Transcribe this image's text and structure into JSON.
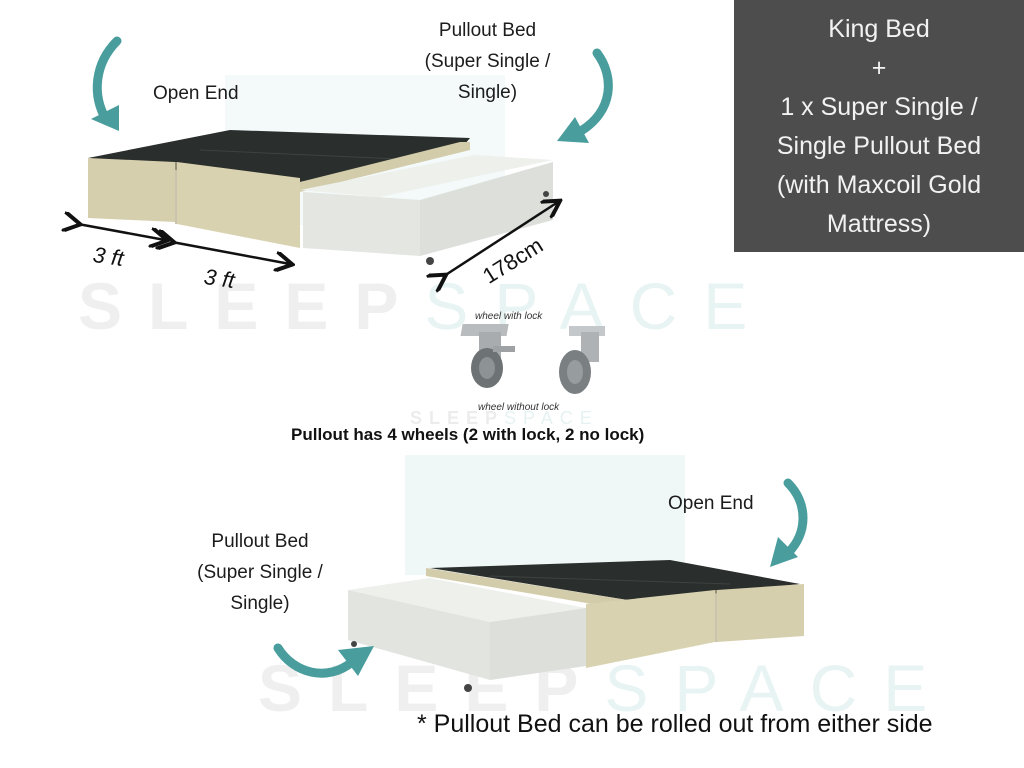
{
  "colors": {
    "accent_teal": "#4a9d9d",
    "info_box_bg": "#4d4d4d",
    "info_box_text": "#f2f2f2",
    "frame_beige": "#d9d2b0",
    "platform_dark": "#2a2e2c",
    "mattress": "#e6e8e4",
    "watermark_grey": "#efefef",
    "watermark_teal": "#e8f4f3"
  },
  "info_box": {
    "lines": [
      "King Bed",
      "+",
      "1 x Super Single /",
      "Single Pullout Bed",
      "(with Maxcoil Gold",
      "Mattress)"
    ]
  },
  "top_diagram": {
    "open_end_label": "Open End",
    "pullout_label_lines": [
      "Pullout Bed",
      "(Super Single /",
      "Single)"
    ],
    "dimensions": {
      "width_left": "3 ft",
      "width_right": "3 ft",
      "length": "178cm"
    },
    "icons": [
      "curved-arrow-down-left-icon",
      "curved-arrow-down-right-icon"
    ]
  },
  "wheels": {
    "with_lock_caption": "wheel with lock",
    "without_lock_caption": "wheel without lock",
    "summary": "Pullout has 4 wheels (2 with lock, 2 no lock)"
  },
  "bottom_diagram": {
    "open_end_label": "Open End",
    "pullout_label_lines": [
      "Pullout Bed",
      "(Super Single /",
      "Single)"
    ],
    "icons": [
      "curved-arrow-down-icon",
      "curved-arrow-right-icon"
    ]
  },
  "footnote": "* Pullout Bed can be rolled out from either side",
  "watermark": {
    "word_a": "SLEEP",
    "word_b": "SPACE"
  }
}
